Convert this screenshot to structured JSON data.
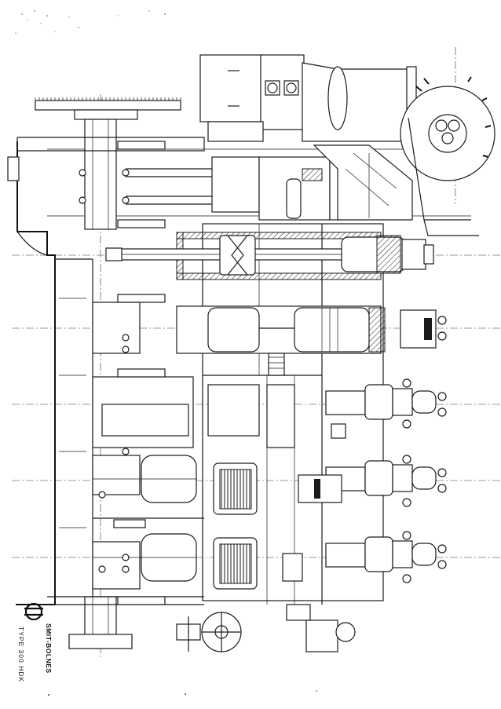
{
  "drawing": {
    "subject": "engine-cross-section-drawing",
    "cylinders": 4,
    "brand": "SMIT-BOLNES",
    "type_label": "TYPE 300 HDK"
  },
  "colors": {
    "ink": "#1a1a1a",
    "paper": "#ffffff"
  }
}
